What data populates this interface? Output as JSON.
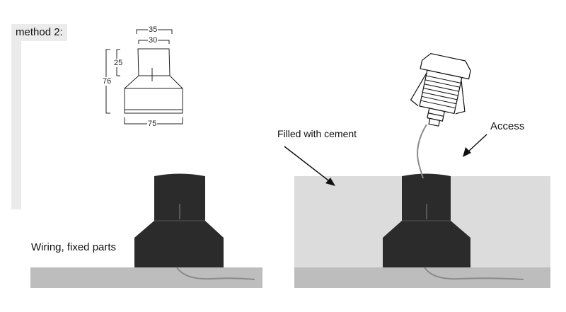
{
  "method_label": "method 2:",
  "dimensions": {
    "top_outer": "35",
    "top_inner": "30",
    "neck_height": "25",
    "total_height": "76",
    "base_width": "75"
  },
  "captions": {
    "wiring": "Wiring, fixed parts",
    "cement": "Filled with cement",
    "access": "Access"
  },
  "colors": {
    "fixture_dark": "#2b2b2b",
    "ground": "#bdbdbd",
    "cement": "#dcdcdc",
    "panel": "#ebebeb",
    "cable": "#8a8a8a"
  }
}
